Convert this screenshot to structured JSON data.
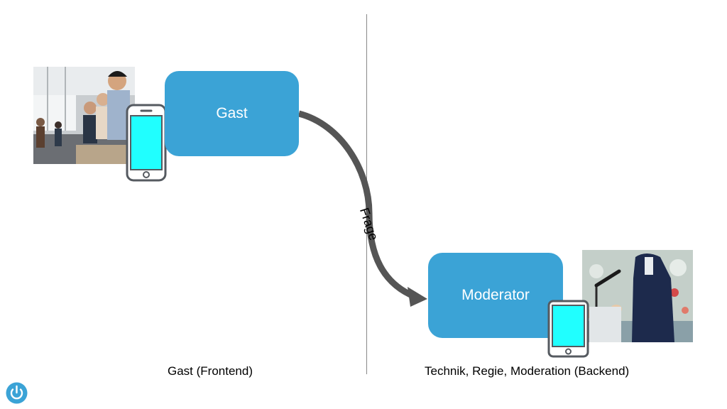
{
  "nodes": {
    "guest_label": "Gast",
    "moderator_label": "Moderator"
  },
  "arrow": {
    "label": "Frage"
  },
  "captions": {
    "left": "Gast (Frontend)",
    "right": "Technik, Regie, Moderation (Backend)"
  },
  "icons": {
    "phone": "smartphone-icon",
    "tablet": "tablet-icon",
    "logo": "power-logo-icon"
  },
  "colors": {
    "node_fill": "#3ba3d6",
    "screen_fill": "#20ffff",
    "arrow": "#555555",
    "logo": "#3ba3d6"
  }
}
